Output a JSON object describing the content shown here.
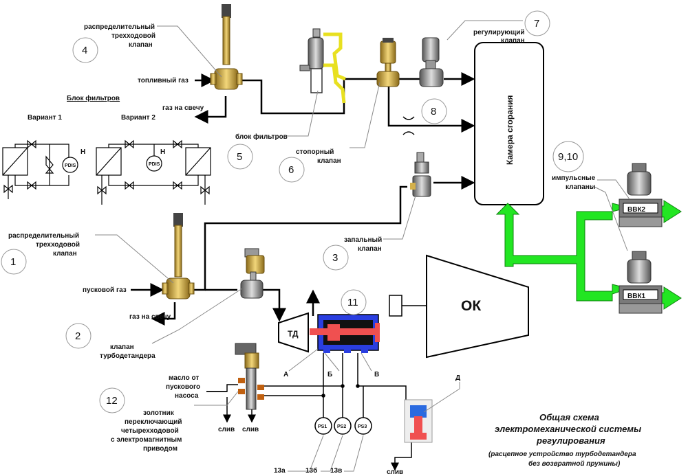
{
  "labels": {
    "l1": "распределительный",
    "l2": "трехходовой",
    "l3": "клапан",
    "fuel_gas": "топливный газ",
    "gas_to_candle": "газ на свечу",
    "filter_block_title": "Блок фильтров",
    "variant1": "Вариант 1",
    "variant2": "Вариант 2",
    "filter_block": "блок фильтров",
    "stop1": "стопорный",
    "stop2": "клапан",
    "reg1": "регулирующий",
    "reg2": "клапан",
    "combustion_chamber": "Камера сгорания",
    "pulse1": "импульсные",
    "pulse2": "клапаны",
    "ignition1": "запальный",
    "ignition2": "клапан",
    "start_gas": "пусковой газ",
    "gas_to_candle2": "газ на свечу",
    "turbo1": "клапан",
    "turbo2": "турбодетандера",
    "td": "ТД",
    "ok": "ОК",
    "vvk1": "ВВК1",
    "vvk2": "ВВК2",
    "oil1": "масло от",
    "oil2": "пускового",
    "oil3": "насоса",
    "spool1": "золотник",
    "spool2": "переключающий",
    "spool3": "четырехходовой",
    "spool4": "с электромагнитным",
    "spool5": "приводом",
    "drain": "слив",
    "A": "А",
    "B": "Б",
    "V": "В",
    "D": "Д",
    "H": "Н",
    "PDIS": "PDIS",
    "PS1": "PS1",
    "PS2": "PS2",
    "PS3": "PS3",
    "p13a": "13а",
    "p13b": "13б",
    "p13v": "13в"
  },
  "numbers": {
    "n1": "1",
    "n2": "2",
    "n3": "3",
    "n4": "4",
    "n5": "5",
    "n6": "6",
    "n7": "7",
    "n8": "8",
    "n910": "9,10",
    "n11": "11",
    "n12": "12"
  },
  "title": {
    "t1": "Общая схема",
    "t2": "электромеханической системы",
    "t3": "регулирования",
    "t4": "(расцепное устройство турбодетандера",
    "t5": "без возвратной пружины)"
  },
  "colors": {
    "green": "#22e622",
    "brass": "#d4b04a",
    "blue": "#2a3ee0",
    "red": "#f05050",
    "gray": "#8a8a8a",
    "yellow_pipe": "#e8e020"
  }
}
